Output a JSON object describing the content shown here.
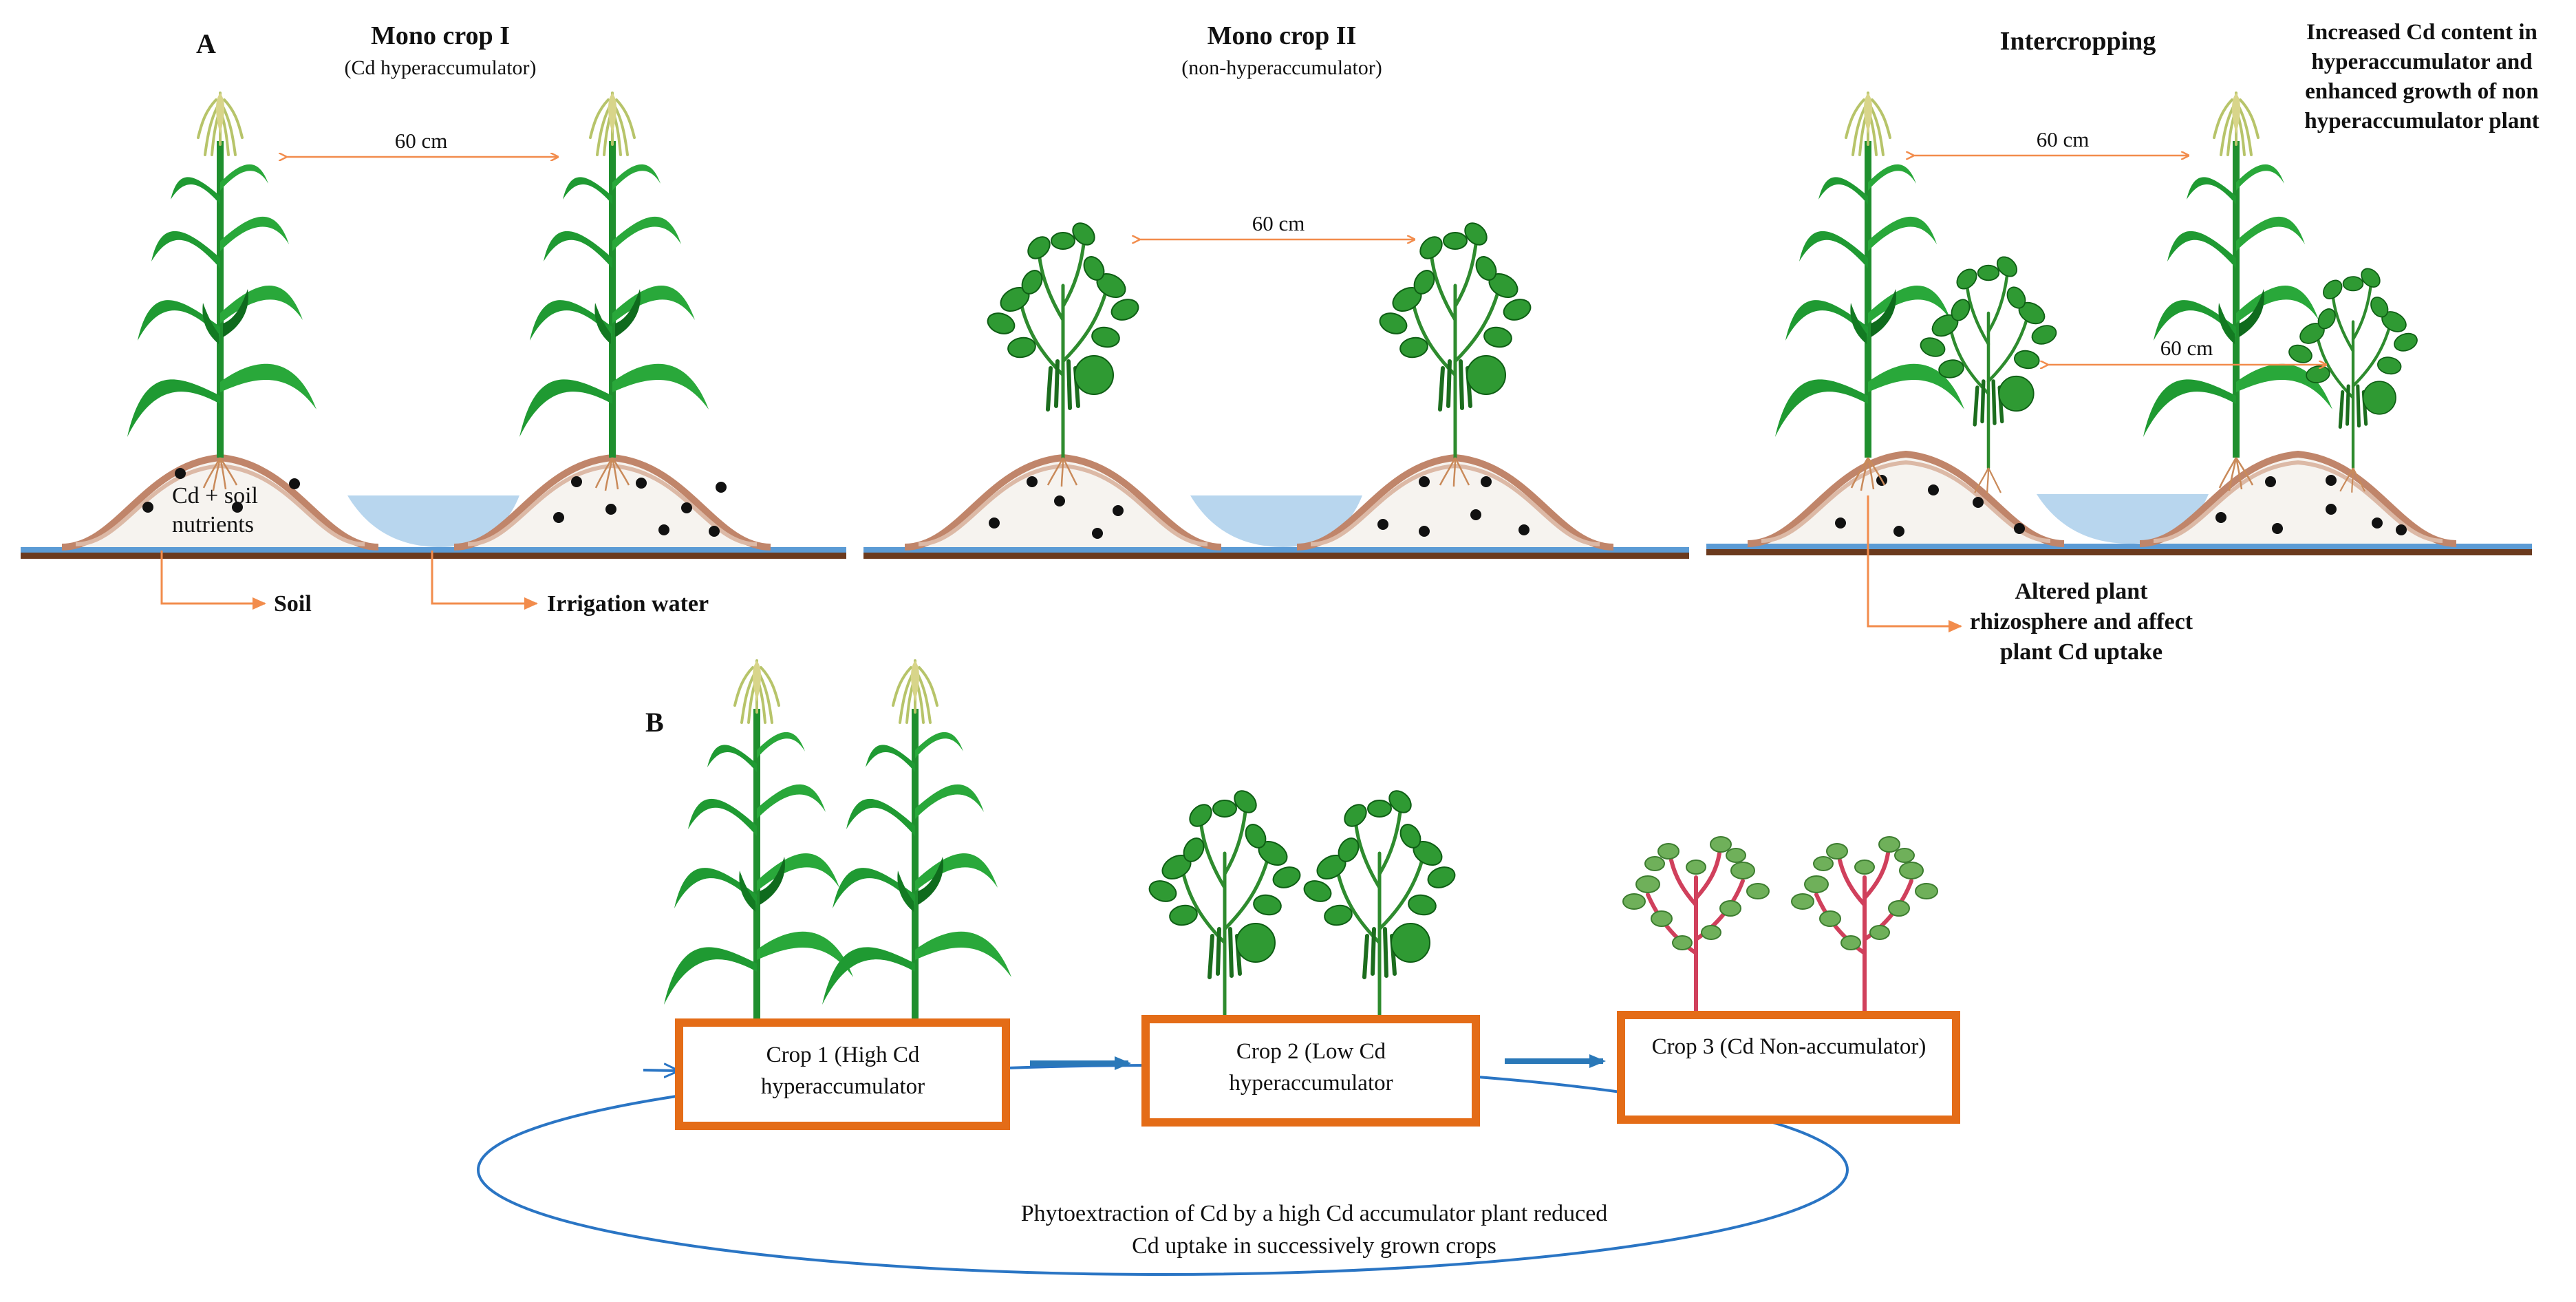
{
  "panel_a": {
    "label": "A",
    "mono1": {
      "title": "Mono crop I",
      "subtitle": "(Cd hyperaccumulator)",
      "distance": "60 cm",
      "soil_label_line1": "Cd + soil",
      "soil_label_line2": "nutrients",
      "callout_soil": "Soil",
      "callout_water": "Irrigation water"
    },
    "mono2": {
      "title": "Mono crop II",
      "subtitle": "(non-hyperaccumulator)",
      "distance": "60 cm"
    },
    "inter": {
      "title": "Intercropping",
      "distance_top": "60 cm",
      "distance_mid": "60 cm",
      "note_lines": [
        "Increased Cd content in",
        "hyperaccumulator and",
        "enhanced growth of non",
        "hyperaccumulator plant"
      ],
      "callout_lines": [
        "Altered plant",
        "rhizosphere and affect",
        "plant Cd uptake"
      ]
    }
  },
  "panel_b": {
    "label": "B",
    "crops": [
      {
        "label": "Crop 1 (High Cd hyperaccumulator"
      },
      {
        "label": "Crop 2 (Low Cd hyperaccumulator"
      },
      {
        "label": "Crop 3 (Cd Non-accumulator)"
      }
    ],
    "cycle_text": "Phytoextraction of Cd by a high Cd accumulator plant reduced Cd uptake in successively grown crops"
  },
  "colors": {
    "arrow_orange": "#f28c4c",
    "box_orange": "#e46c17",
    "cycle_blue": "#2a75c4",
    "arrow_blue": "#2a78b8",
    "ground_brown": "#6b3a1e",
    "ground_blue": "#5b9bd5",
    "mound_fill": "#f6f3ef",
    "mound_outer": "#c0856a",
    "mound_inner": "#dcb9a6",
    "water": "#b8d6ee",
    "maize_green": "#1f9a32",
    "soy_green": "#2e8b2e",
    "purslane_leaf": "#6fb05a",
    "purslane_stem": "#d0405c"
  },
  "icons": {
    "maize": "maize-plant-icon",
    "soybean": "soybean-plant-icon",
    "purslane": "purslane-plant-icon"
  }
}
